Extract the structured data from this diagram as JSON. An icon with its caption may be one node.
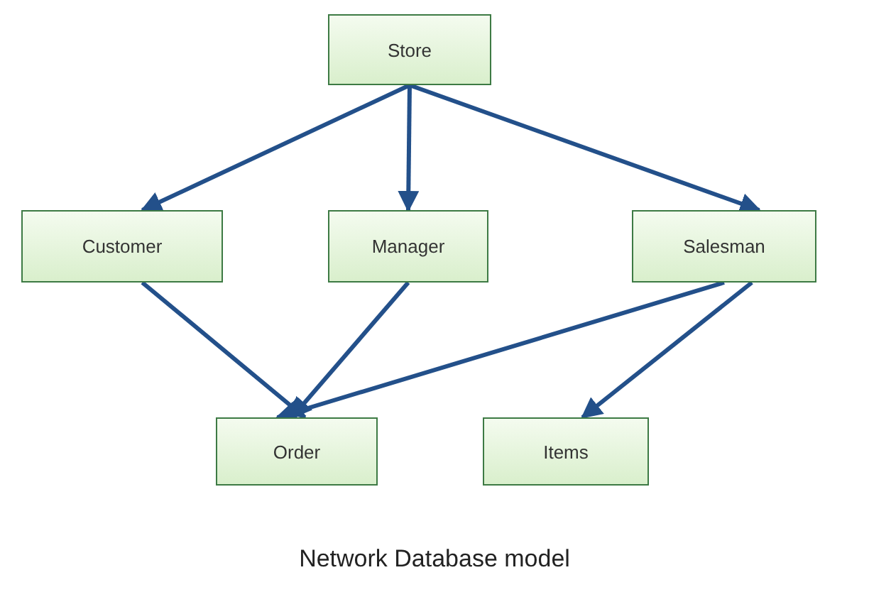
{
  "diagram": {
    "caption": "Network Database model",
    "nodes": [
      {
        "text": [
          "Store"
        ]
      },
      {
        "text": [
          "Customer"
        ]
      },
      {
        "text": [
          "Manager"
        ]
      },
      {
        "text": [
          "Salesman"
        ]
      },
      {
        "text": [
          "Order"
        ]
      },
      {
        "text": [
          "Items"
        ]
      }
    ],
    "edges": [
      {
        "from": 0,
        "to": 1,
        "arrow": "to"
      },
      {
        "from": 0,
        "to": 2,
        "arrow": "to"
      },
      {
        "from": 0,
        "to": 3,
        "arrow": "to"
      },
      {
        "from": 1,
        "to": 4,
        "arrow": "to"
      },
      {
        "from": 2,
        "to": 4,
        "arrow": "to"
      },
      {
        "from": 3,
        "to": 4,
        "arrow": "to"
      },
      {
        "from": 3,
        "to": 5,
        "arrow": "to"
      }
    ]
  }
}
